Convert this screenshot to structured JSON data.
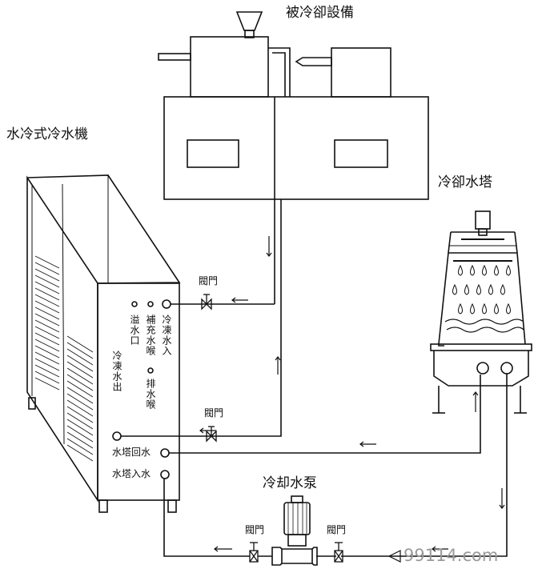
{
  "labels": {
    "cooled_equipment": "被冷卻設備",
    "water_chiller": "水冷式冷水機",
    "cooling_tower": "冷卻水塔",
    "cooling_pump": "冷却水泵",
    "valve": "閥門"
  },
  "chiller_panel": {
    "chilled_water_in": "冷凍水入",
    "makeup_water_nozzle": "補充水喉",
    "overflow_port": "溢水口",
    "drain_nozzle": "排水喉",
    "chilled_water_out": "冷凍水出",
    "tower_return": "水塔回水",
    "tower_inlet": "水塔入水"
  },
  "watermark": "99114.com"
}
